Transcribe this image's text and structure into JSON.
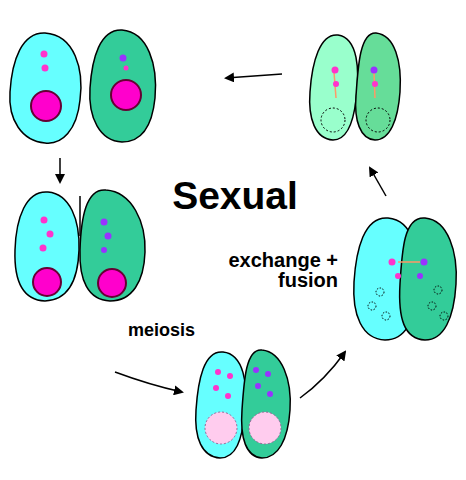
{
  "diagram": {
    "title": "Sexual",
    "labels": [
      "exchange + fusion",
      "meiosis"
    ]
  }
}
